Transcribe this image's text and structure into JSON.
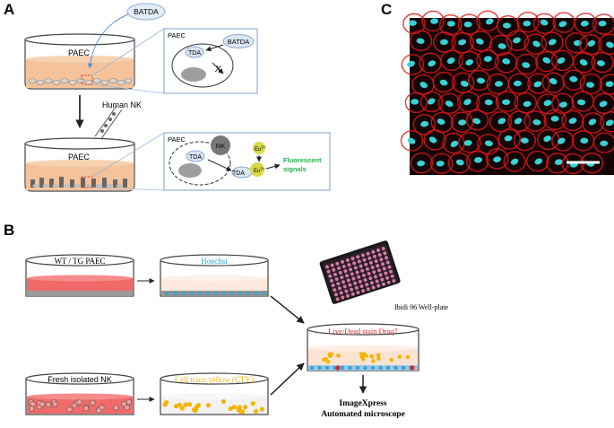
{
  "panels": {
    "a": "A",
    "b": "B",
    "c": "C"
  },
  "panel_a": {
    "dish_label": "PAEC",
    "reagent": "BATDA",
    "nk_added": "Human NK",
    "inset1": {
      "title": "PAEC",
      "reagent": "BATDA",
      "product": "TDA",
      "blocked_mark": "X"
    },
    "inset2": {
      "title": "PAEC",
      "nk": "NK",
      "product": "TDA",
      "complex": "TDA",
      "europium": "Eu",
      "europium_charge": "3+",
      "signal_line1": "Fluorescent",
      "signal_line2": "signals"
    },
    "colors": {
      "medium": "#f4c39b",
      "signal_text": "#22b14c",
      "europium": "#d8d84a",
      "inset_border": "#8fb0d6"
    }
  },
  "panel_b": {
    "dish_wt": "WT / TG PAEC",
    "dish_hoechst": "Hoechst",
    "dish_nk": "Fresh isolated NK",
    "dish_cty": "Cell trace yellow (CTY)",
    "dish_final": "Live/Dead stain Draq7",
    "plate_caption": "Ibidi 96 Well-plate",
    "instrument_line1": "ImageXpress",
    "instrument_line2": "Automated microscope",
    "colors": {
      "hoechst": "#29a9e0",
      "cty": "#f5b400",
      "draq7": "#d9252c",
      "pink_medium": "#f06a6a"
    }
  },
  "panel_c": {
    "scale_bar": true,
    "stain_colors": [
      "#e01818",
      "#39d1d6"
    ]
  }
}
